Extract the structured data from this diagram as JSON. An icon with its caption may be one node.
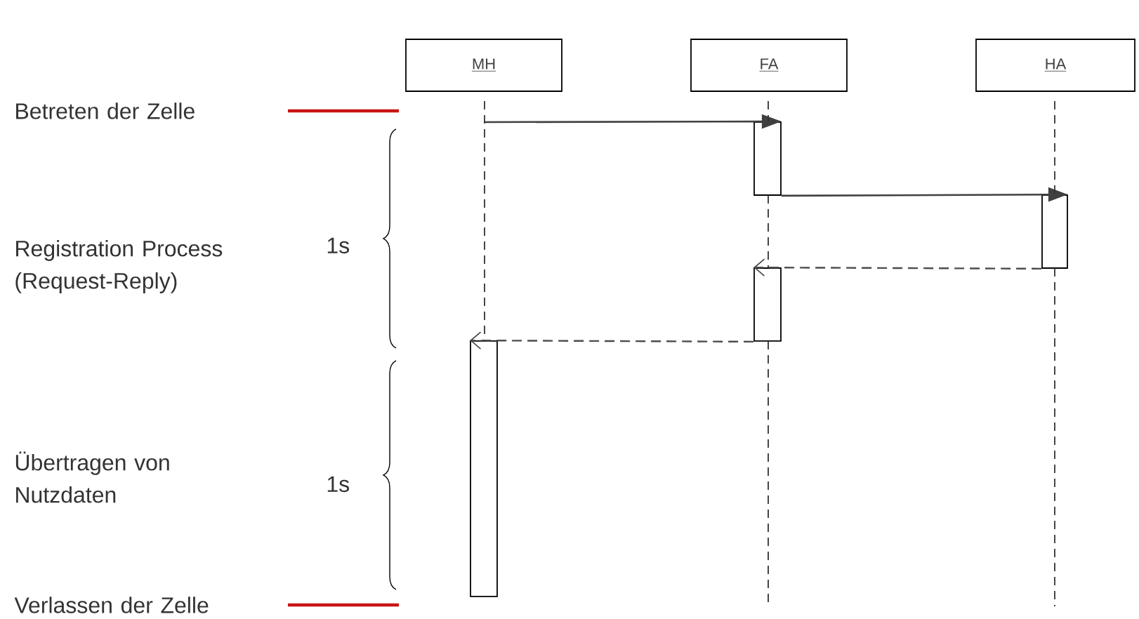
{
  "diagram": {
    "nodes": [
      {
        "text": [
          "MH"
        ]
      },
      {
        "text": [
          "FA"
        ]
      },
      {
        "text": [
          "HA"
        ]
      },
      {
        "text": [],
        "shape": "bar"
      },
      {
        "text": [],
        "shape": "bar"
      },
      {
        "text": [],
        "shape": "bar"
      },
      {
        "text": [],
        "shape": "bar"
      }
    ],
    "edges": [
      {
        "from": 0,
        "to": 3,
        "arrow": "to"
      },
      {
        "from": 3,
        "to": 4,
        "arrow": "to"
      },
      {
        "from": 4,
        "to": 5,
        "arrow": "to",
        "style": "dashed"
      },
      {
        "from": 5,
        "to": 6,
        "arrow": "to",
        "style": "dashed"
      },
      {
        "from": 0,
        "to": 6,
        "arrow": "none",
        "style": "dashed"
      },
      {
        "from": 1,
        "to": 3,
        "arrow": "none",
        "style": "dashed"
      },
      {
        "from": 3,
        "to": 5,
        "arrow": "none",
        "style": "dashed"
      },
      {
        "from": 5,
        "to": null,
        "arrow": "none",
        "style": "dashed"
      },
      {
        "from": 2,
        "to": 4,
        "arrow": "none",
        "style": "dashed"
      },
      {
        "from": 4,
        "to": null,
        "arrow": "none",
        "style": "dashed"
      }
    ],
    "labels": [
      "Betreten der Zelle",
      "Registration Process (Request-Reply)",
      "1s",
      "Übertragen von Nutzdaten",
      "1s",
      "Verlassen der Zelle"
    ]
  }
}
